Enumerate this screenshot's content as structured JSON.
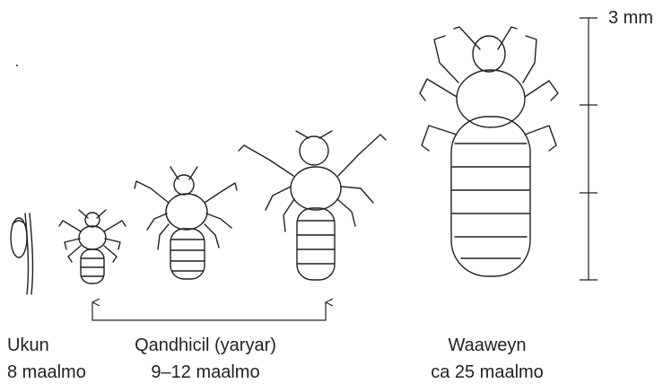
{
  "scale": {
    "label": "3 mm"
  },
  "stages": [
    {
      "id": "egg",
      "name": "Ukun",
      "duration": "8 maalmo"
    },
    {
      "id": "nymph",
      "name": "Qandhicil (yaryar)",
      "duration": "9–12 maalmo"
    },
    {
      "id": "adult",
      "name": "Waaweyn",
      "duration": "ca 25 maalmo"
    }
  ]
}
